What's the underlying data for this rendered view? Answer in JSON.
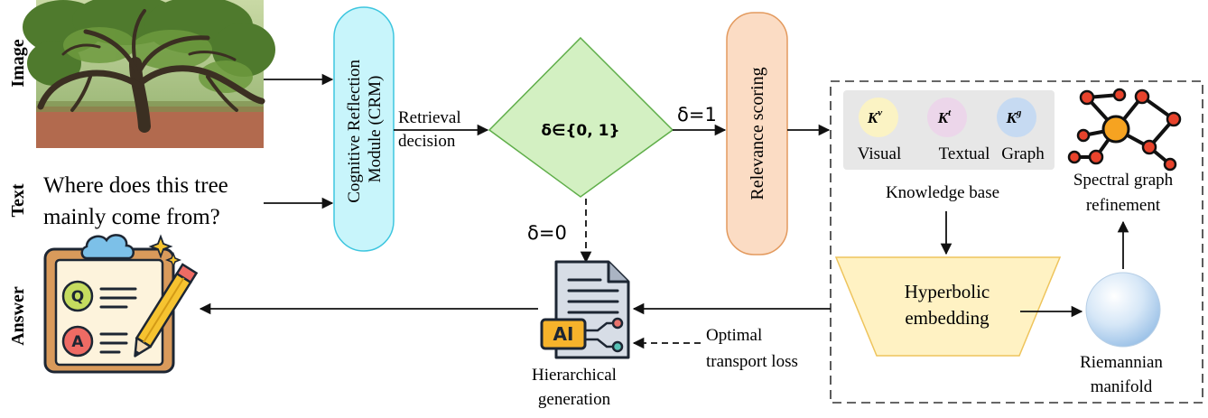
{
  "inputs": {
    "image_label": "Image",
    "text_label": "Text",
    "answer_label": "Answer",
    "question_line1": "Where does this tree",
    "question_line2": "mainly come from?"
  },
  "crm": {
    "line1": "Cognitive Reflection",
    "line2": "Module (CRM)"
  },
  "retrieval": {
    "line1": "Retrieval",
    "line2": "decision"
  },
  "decision": {
    "label": "δ∈{0, 1}"
  },
  "branches": {
    "one": "δ=1",
    "zero": "δ=0"
  },
  "relevance": {
    "label": "Relevance scoring"
  },
  "knowledge_base": {
    "title": "Knowledge base",
    "items": [
      {
        "symbol": "K",
        "sup": "v",
        "label": "Visual",
        "color": "#fbf3c4"
      },
      {
        "symbol": "K",
        "sup": "t",
        "label": "Textual",
        "color": "#ecd6ea"
      },
      {
        "symbol": "K",
        "sup": "g",
        "label": "Graph",
        "color": "#c6daf2"
      }
    ]
  },
  "spectral": {
    "line1": "Spectral graph",
    "line2": "refinement"
  },
  "hyperbolic": {
    "line1": "Hyperbolic",
    "line2": "embedding"
  },
  "riemannian": {
    "line1": "Riemannian",
    "line2": "manifold"
  },
  "optimal": {
    "line1": "Optimal",
    "line2": "transport loss"
  },
  "generation": {
    "line1": "Hierarchical",
    "line2": "generation",
    "doc_badge": "AI"
  },
  "answer_icon": {
    "q": "Q",
    "a": "A"
  },
  "colors": {
    "crm_fill": "#c8f5fb",
    "crm_stroke": "#3ec6df",
    "diamond_fill": "#d3f0c2",
    "diamond_stroke": "#5fae49",
    "relevance_fill": "#fbdcc4",
    "relevance_stroke": "#e39a5e",
    "hyper_fill": "#fff2c3",
    "hyper_stroke": "#eec45c",
    "kb_panel": "#e7e7e7"
  }
}
